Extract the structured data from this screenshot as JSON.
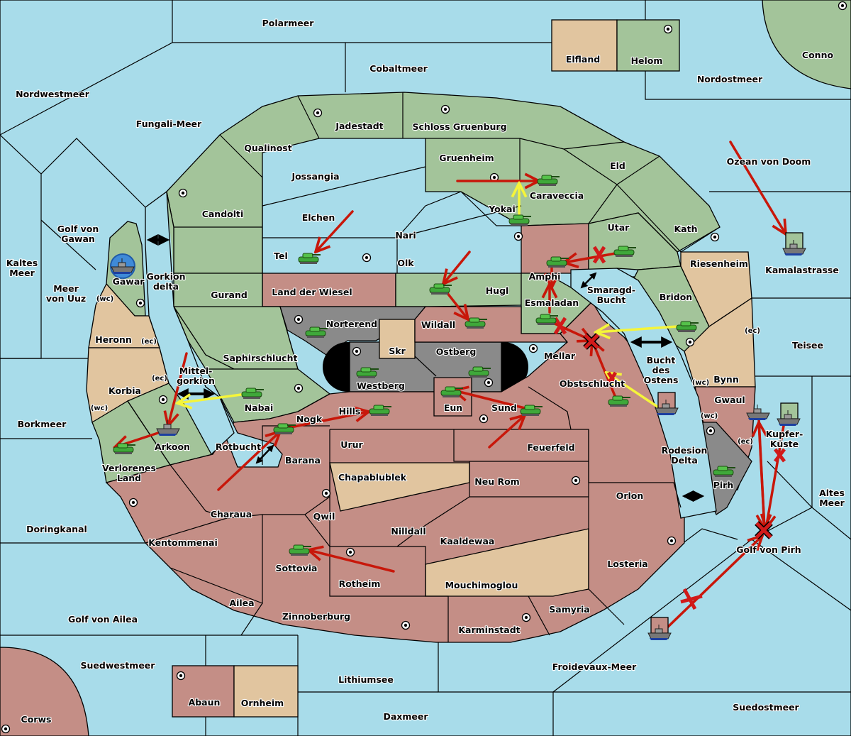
{
  "map": {
    "colors": {
      "sea": "#a8dcea",
      "power_green": "#a3c49a",
      "power_red": "#c48e86",
      "neutral_tan": "#e1c59f",
      "impassable_gray": "#8a8a8a",
      "move_order": "#c8170a",
      "support_order": "#f5f53a",
      "convoy_link": "#000000",
      "failed_order": "#d11a1a"
    },
    "seas": [
      "Polarmeer",
      "Cobaltmeer",
      "Nordwestmeer",
      "Fungali-Meer",
      "Nordostmeer",
      "Ozean von Doom",
      "Golf von Gawan",
      "Kaltes Meer",
      "Meer von Uuz",
      "Gorkion delta",
      "Mittel-gorkion",
      "Rotbucht",
      "Smaragd-Bucht",
      "Bucht des Ostens",
      "Rodesion Delta",
      "Kamalastrasse",
      "Teisee",
      "Altes Meer",
      "Kupfer-Küste",
      "Golf von Pirh",
      "Borkmeer",
      "Doringkanal",
      "Golf von Ailea",
      "Suedwestmeer",
      "Lithiumsee",
      "Daxmeer",
      "Froidevaux-Meer",
      "Suedostmeer"
    ],
    "labels": {
      "polarmeer": "Polarmeer",
      "cobaltmeer": "Cobaltmeer",
      "nordwestmeer": "Nordwestmeer",
      "fungali": "Fungali-Meer",
      "nordostmeer": "Nordostmeer",
      "ozean": "Ozean von Doom",
      "golf_gawan_1": "Golf von",
      "golf_gawan_2": "Gawan",
      "kaltes_1": "Kaltes",
      "kaltes_2": "Meer",
      "uuz_1": "Meer",
      "uuz_2": "von Uuz",
      "gorkion_1": "Gorkion",
      "gorkion_2": "delta",
      "mittel_1": "Mittel-",
      "mittel_2": "gorkion",
      "rotbucht": "Rotbucht",
      "smaragd_1": "Smaragd-",
      "smaragd_2": "Bucht",
      "bucht_1": "Bucht",
      "bucht_2": "des",
      "bucht_3": "Ostens",
      "rodesion_1": "Rodesion",
      "rodesion_2": "Delta",
      "kamala": "Kamalastrasse",
      "teisee": "Teisee",
      "altes_1": "Altes",
      "altes_2": "Meer",
      "kupfer_1": "Kupfer-",
      "kupfer_2": "Küste",
      "golf_pirh": "Golf von Pirh",
      "borkmeer": "Borkmeer",
      "doringkanal": "Doringkanal",
      "golf_ailea": "Golf von Ailea",
      "suedwestmeer": "Suedwestmeer",
      "lithiumsee": "Lithiumsee",
      "daxmeer": "Daxmeer",
      "froidevaux": "Froidevaux-Meer",
      "suedostmeer": "Suedostmeer",
      "elfland": "Elfland",
      "helom": "Helom",
      "conno": "Conno",
      "jadestadt": "Jadestadt",
      "schloss": "Schloss Gruenburg",
      "qualinost": "Qualinost",
      "jossangia": "Jossangia",
      "gruenheim": "Gruenheim",
      "eld": "Eld",
      "caraveccia": "Caraveccia",
      "candolti": "Candolti",
      "elchen": "Elchen",
      "yokai": "Yokai",
      "nari": "Nari",
      "utar": "Utar",
      "kath": "Kath",
      "tel": "Tel",
      "olk": "Olk",
      "amphi": "Amphi",
      "riesenheim": "Riesenheim",
      "gawar": "Gawar",
      "gurand": "Gurand",
      "wiesel": "Land der Wiesel",
      "hugl": "Hugl",
      "esmaladan": "Esmaladan",
      "bridon": "Bridon",
      "norterend": "Norterend",
      "wildall": "Wildall",
      "heronn": "Heronn",
      "skr": "Skr",
      "ostberg": "Ostberg",
      "mellar": "Mellar",
      "saphir": "Saphirschlucht",
      "westberg": "Westberg",
      "bynn": "Bynn",
      "korbia": "Korbia",
      "nabai": "Nabai",
      "obst": "Obstschlucht",
      "eun": "Eun",
      "sund": "Sund",
      "gwaul": "Gwaul",
      "hills": "Hills",
      "nogk": "Nogk",
      "arkoon": "Arkoon",
      "verl_1": "Verlorenes",
      "verl_2": "Land",
      "urur": "Urur",
      "feuerfeld": "Feuerfeld",
      "barana": "Barana",
      "chapa": "Chapablublek",
      "neurom": "Neu Rom",
      "orlon": "Orlon",
      "pirh": "Pirh",
      "charaua": "Charaua",
      "qwil": "Qwil",
      "nilldall": "Nilldall",
      "kentommenai": "Kentommenai",
      "kaaldewaa": "Kaaldewaa",
      "sottovia": "Sottovia",
      "losteria": "Losteria",
      "rotheim": "Rotheim",
      "mouchi": "Mouchimoglou",
      "ailea": "Ailea",
      "samyria": "Samyria",
      "zinnoberburg": "Zinnoberburg",
      "karminstadt": "Karminstadt",
      "abaun": "Abaun",
      "ornheim": "Ornheim",
      "corws": "Corws"
    },
    "coast_tags": {
      "wc": "(wc)",
      "ec": "(ec)"
    },
    "legend_icons": {
      "army": "tank-icon",
      "fleet": "ship-icon",
      "supply_center": "supply-center-icon",
      "move": "red-arrow",
      "support": "yellow-arrow",
      "convoy": "black-double-arrow",
      "failed": "red-x"
    }
  }
}
